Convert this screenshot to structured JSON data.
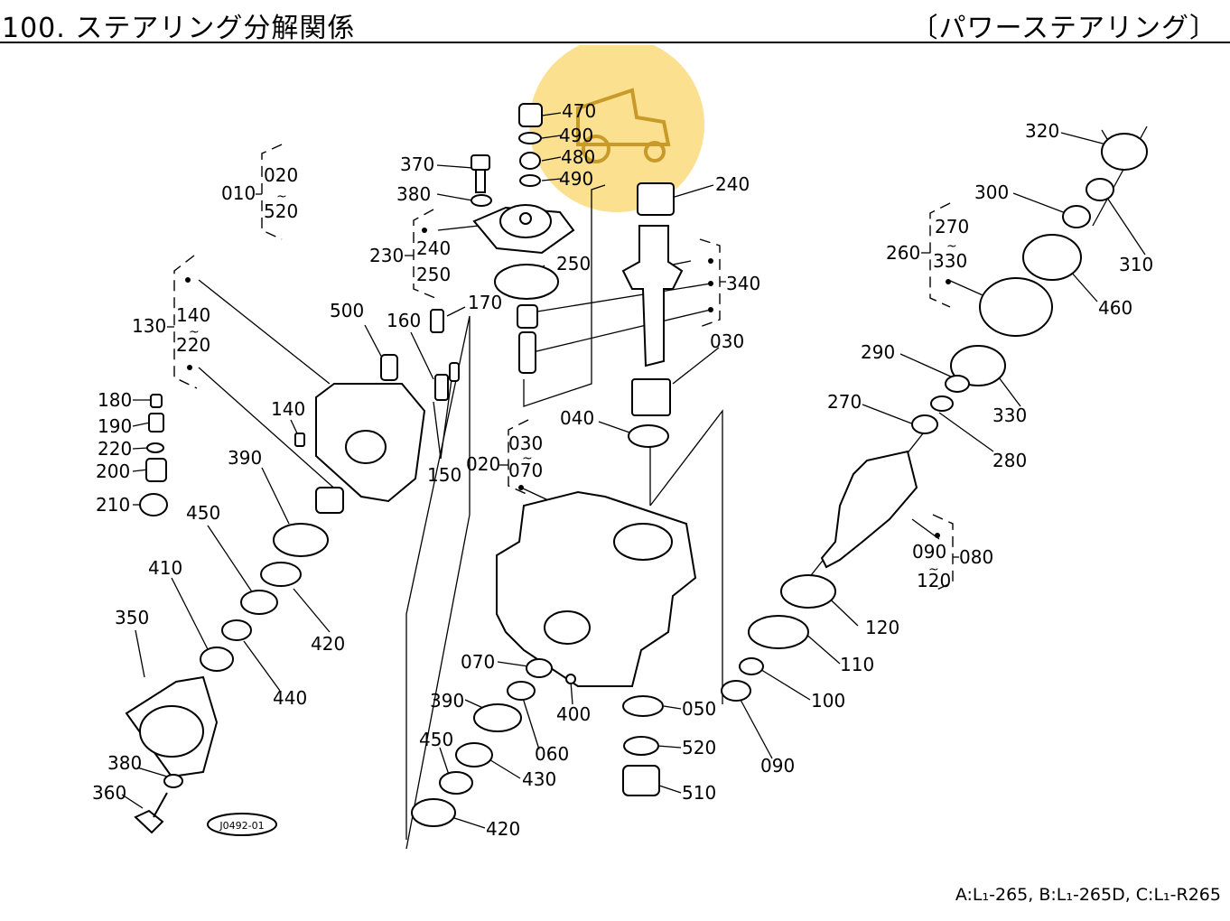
{
  "header": {
    "title": "100. ステアリング分解関係",
    "subtitle": "〔パワーステアリング〕"
  },
  "footer": {
    "model_note": "A:L₁-265, B:L₁-265D, C:L₁-R265"
  },
  "drawing_code": "J0492-01",
  "watermark": {
    "color": "#f8d66a",
    "icon": "tractor-icon"
  },
  "labels": {
    "p470": "470",
    "p490a": "490",
    "p480": "480",
    "p490b": "490",
    "p370": "370",
    "p380a": "380",
    "p240a": "240",
    "p320": "320",
    "p300": "300",
    "p310": "310",
    "p460": "460",
    "p010": "010",
    "p020a": "020",
    "p520a": "520",
    "p230": "230",
    "p240b": "240",
    "p250a": "250",
    "p250b": "250",
    "p340": "340",
    "p260": "260",
    "p270a": "270",
    "p330a": "330",
    "p130": "130",
    "p140a": "140",
    "p220a": "220",
    "p500": "500",
    "p160": "160",
    "p170": "170",
    "p030a": "030",
    "p290": "290",
    "p330b": "330",
    "p180": "180",
    "p190": "190",
    "p220b": "220",
    "p200": "200",
    "p210": "210",
    "p140b": "140",
    "p040": "040",
    "p270b": "270",
    "p280": "280",
    "p390a": "390",
    "p150": "150",
    "p020b": "020",
    "p030b": "030",
    "p070a": "070",
    "p450a": "450",
    "p410": "410",
    "p420a": "420",
    "p350": "350",
    "p440": "440",
    "p090a": "090",
    "p120a": "120",
    "p080": "080",
    "p120b": "120",
    "p110": "110",
    "p100": "100",
    "p070b": "070",
    "p390b": "390",
    "p060": "060",
    "p400": "400",
    "p450b": "450",
    "p430": "430",
    "p420b": "420",
    "p050": "050",
    "p520b": "520",
    "p510": "510",
    "p090b": "090",
    "p380b": "380",
    "p360": "360"
  }
}
